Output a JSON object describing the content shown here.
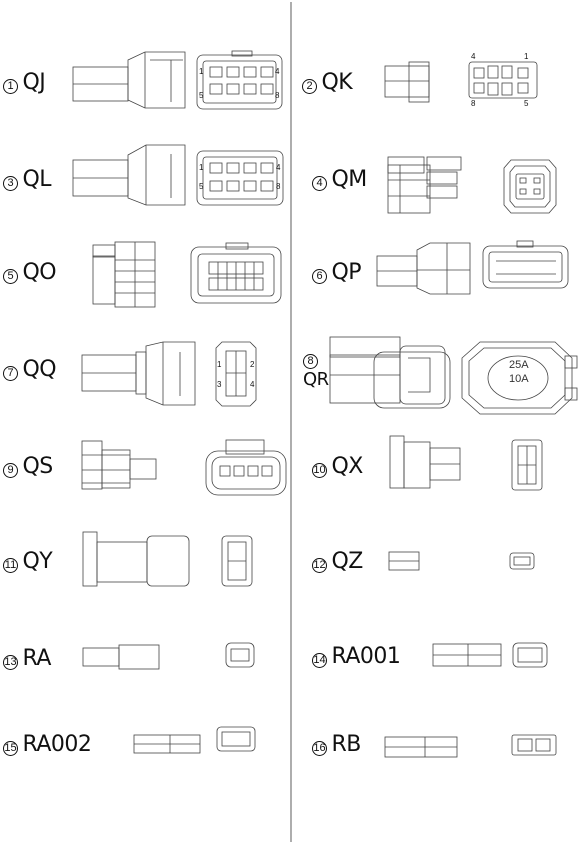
{
  "connectors": [
    {
      "number": "1",
      "code": "QJ",
      "pins": [
        "1",
        "4",
        "5",
        "8"
      ]
    },
    {
      "number": "2",
      "code": "QK",
      "pins": [
        "4",
        "1",
        "8",
        "5"
      ]
    },
    {
      "number": "3",
      "code": "QL",
      "pins": [
        "1",
        "4",
        "5",
        "8"
      ]
    },
    {
      "number": "4",
      "code": "QM"
    },
    {
      "number": "5",
      "code": "QO"
    },
    {
      "number": "6",
      "code": "QP"
    },
    {
      "number": "7",
      "code": "QQ",
      "pins": [
        "1",
        "2",
        "3",
        "4"
      ]
    },
    {
      "number": "8",
      "code": "QR",
      "ratings": [
        "25A",
        "10A"
      ]
    },
    {
      "number": "9",
      "code": "QS"
    },
    {
      "number": "10",
      "code": "QX"
    },
    {
      "number": "11",
      "code": "QY"
    },
    {
      "number": "12",
      "code": "QZ"
    },
    {
      "number": "13",
      "code": "RA"
    },
    {
      "number": "14",
      "code": "RA001"
    },
    {
      "number": "15",
      "code": "RA002"
    },
    {
      "number": "16",
      "code": "RB"
    }
  ]
}
